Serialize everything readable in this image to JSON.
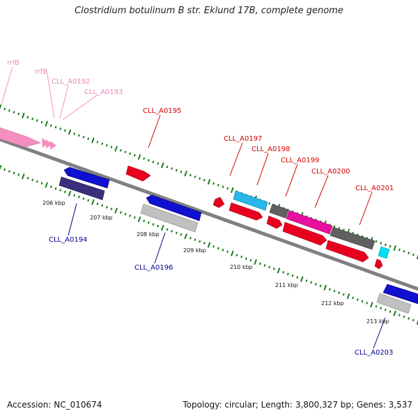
{
  "title": "Clostridium botulinum B str. Eklund 17B, complete genome",
  "footer": {
    "accession": "Accession: NC_010674",
    "summary": "Topology: circular; Length: 3,800,327 bp; Genes: 3,537"
  },
  "colors": {
    "backbone": "#808080",
    "rrna": "#f48fc0",
    "rrna_label": "#e888b8",
    "forward": "#e8001e",
    "reverse": "#1010d0",
    "reverse_label": "#00008b",
    "cyan": "#29b6e8",
    "magenta": "#e60f9e",
    "gray_gene": "#606060",
    "light_gray": "#c0c0c0",
    "navy": "#3a2f7a",
    "tick": "#1a7a1a"
  },
  "tick_labels": [
    "206 kbp",
    "207 kbp",
    "208 kbp",
    "209 kbp",
    "210 kbp",
    "211 kbp",
    "212 kbp",
    "213 kbp"
  ],
  "gene_labels": {
    "rrlB": "rrlB",
    "rrfB": "rrfB",
    "A0192": "CLL_A0192",
    "A0193": "CLL_A0193",
    "A0194": "CLL_A0194",
    "A0195": "CLL_A0195",
    "A0196": "CLL_A0196",
    "A0197": "CLL_A0197",
    "A0198": "CLL_A0198",
    "A0199": "CLL_A0199",
    "A0200": "CLL_A0200",
    "A0201": "CLL_A0201",
    "A0203": "CLL_A0203"
  }
}
